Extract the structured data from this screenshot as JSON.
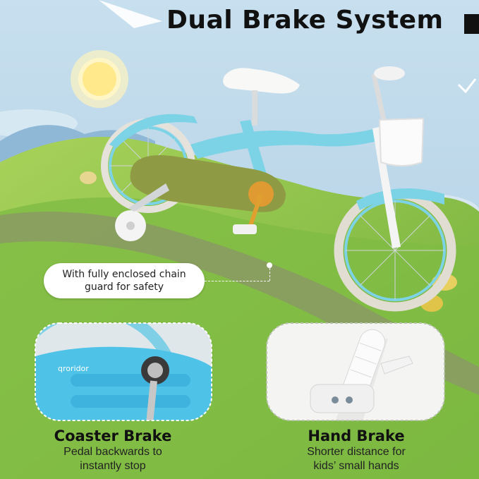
{
  "headline": "Dual Brake System",
  "callout": {
    "line1": "With fully enclosed chain",
    "line2": "guard for safety"
  },
  "brand": "qroridor",
  "features": [
    {
      "title": "Coaster Brake",
      "line1": "Pedal backwards to",
      "line2": "instantly stop"
    },
    {
      "title": "Hand Brake",
      "line1": "Shorter distance for",
      "line2": "kids’ small hands"
    }
  ],
  "colors": {
    "sky": "#b8d4e6",
    "grass": "#8cc24a",
    "bike_frame": "#7dd3e6",
    "chain_guard": "#8e9a44",
    "headline": "#111111"
  }
}
